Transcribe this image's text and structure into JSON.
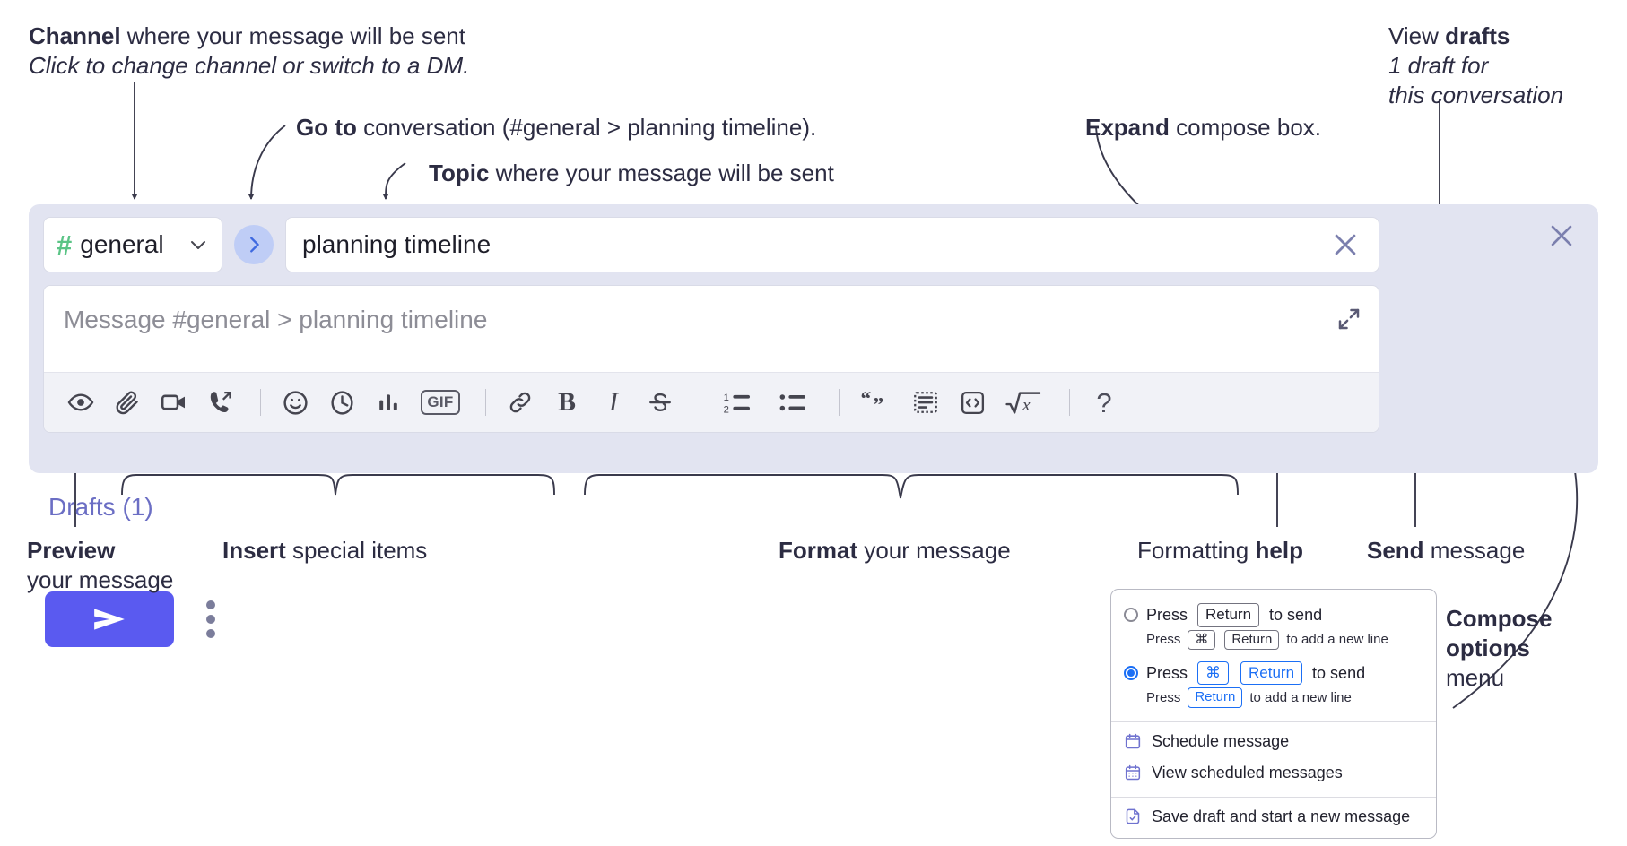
{
  "annotations": {
    "channel": {
      "bold": "Channel",
      "rest": " where your message will be sent",
      "sub": "Click to change channel or switch to a DM."
    },
    "goto": {
      "bold": "Go to",
      "rest": " conversation (#general > planning timeline)."
    },
    "topic": {
      "bold": "Topic",
      "rest": " where your message will be sent"
    },
    "expand": {
      "bold": "Expand",
      "rest": " compose box."
    },
    "drafts": {
      "bold_lead": "View ",
      "bold": "drafts",
      "sub_line1": "1 draft for",
      "sub_line2": "this conversation"
    },
    "preview": {
      "bold": "Preview",
      "line2": "your message"
    },
    "insert": {
      "bold": "Insert",
      "rest": " special items"
    },
    "format": {
      "bold": "Format",
      "rest": " your message"
    },
    "help": {
      "lead": "Formatting ",
      "bold": "help"
    },
    "send": {
      "bold": "Send",
      "rest": " message"
    },
    "compose_options": {
      "bold_line1": "Compose",
      "bold_line2": "options",
      "line3": "menu"
    }
  },
  "compose": {
    "channel": {
      "hash": "#",
      "name": "general"
    },
    "topic": {
      "value": "planning timeline"
    },
    "message": {
      "placeholder": "Message #general > planning timeline"
    },
    "drafts_label": "Drafts (1)",
    "toolbar": [
      {
        "name": "preview-icon",
        "label": "Preview"
      },
      {
        "name": "attach-file-icon",
        "label": "Attach file"
      },
      {
        "name": "video-clip-icon",
        "label": "Record video clip"
      },
      {
        "name": "audio-clip-icon",
        "label": "Record audio clip"
      },
      {
        "name": "divider",
        "label": ""
      },
      {
        "name": "emoji-icon",
        "label": "Emoji"
      },
      {
        "name": "clock-icon",
        "label": "Reminder"
      },
      {
        "name": "poll-icon",
        "label": "Poll"
      },
      {
        "name": "gif-icon",
        "label": "GIF"
      },
      {
        "name": "divider",
        "label": ""
      },
      {
        "name": "link-icon",
        "label": "Link"
      },
      {
        "name": "bold-icon",
        "label": "B"
      },
      {
        "name": "italic-icon",
        "label": "I"
      },
      {
        "name": "strikethrough-icon",
        "label": "S"
      },
      {
        "name": "divider",
        "label": ""
      },
      {
        "name": "ordered-list-icon",
        "label": "Ordered list"
      },
      {
        "name": "bulleted-list-icon",
        "label": "Bulleted list"
      },
      {
        "name": "divider",
        "label": ""
      },
      {
        "name": "blockquote-icon",
        "label": "Blockquote"
      },
      {
        "name": "code-block-icon",
        "label": "Code block"
      },
      {
        "name": "inline-code-icon",
        "label": "Code"
      },
      {
        "name": "math-icon",
        "label": "Math"
      },
      {
        "name": "divider",
        "label": ""
      },
      {
        "name": "help-icon",
        "label": "?"
      }
    ]
  },
  "options_menu": {
    "option1": {
      "selected": false,
      "press": "Press",
      "key": "Return",
      "to_send": "to send",
      "sub_press": "Press",
      "sub_key1": "⌘",
      "sub_key2": "Return",
      "sub_tail": "to add a new line"
    },
    "option2": {
      "selected": true,
      "press": "Press",
      "key1": "⌘",
      "key2": "Return",
      "to_send": "to send",
      "sub_press": "Press",
      "sub_key": "Return",
      "sub_tail": "to add a new line"
    },
    "items": [
      {
        "icon": "calendar-icon",
        "label": "Schedule message"
      },
      {
        "icon": "calendar-grid-icon",
        "label": "View scheduled messages"
      },
      {
        "icon": "save-draft-icon",
        "label": "Save draft and start a new message"
      }
    ]
  },
  "colors": {
    "panel_bg": "#e2e4f1",
    "send_button": "#5a5af0",
    "hash_green": "#5bc486",
    "goto_blue": "#bfcdf6",
    "drafts_purple": "#6b6ec4",
    "accent_blue": "#1b6ff5"
  }
}
